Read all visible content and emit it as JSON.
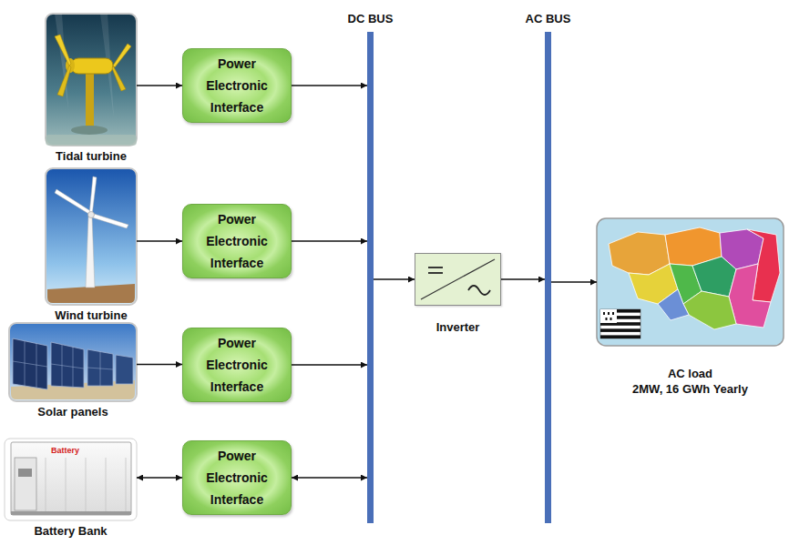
{
  "diagram": {
    "nodes": [
      {
        "text": [
          "Tidal turbine"
        ]
      },
      {
        "text": [
          "Power Electronic Interface"
        ]
      },
      {
        "text": [
          "Wind turbine"
        ]
      },
      {
        "text": [
          "Power Electronic Interface"
        ]
      },
      {
        "text": [
          "Solar panels"
        ]
      },
      {
        "text": [
          "Power Electronic Interface"
        ]
      },
      {
        "text": [
          "Battery Bank"
        ]
      },
      {
        "text": [
          "Power Electronic Interface"
        ]
      },
      {
        "text": [
          "DC BUS"
        ]
      },
      {
        "text": [
          "Inverter"
        ]
      },
      {
        "text": [
          "AC BUS"
        ]
      },
      {
        "text": [
          "AC load",
          "2MW, 16 GWh Yearly"
        ]
      }
    ],
    "edges": [
      {
        "from": 0,
        "to": 1,
        "arrow": "to"
      },
      {
        "from": 1,
        "to": 8,
        "arrow": "to"
      },
      {
        "from": 2,
        "to": 3,
        "arrow": "to"
      },
      {
        "from": 3,
        "to": 8,
        "arrow": "to"
      },
      {
        "from": 4,
        "to": 5,
        "arrow": "to"
      },
      {
        "from": 5,
        "to": 8,
        "arrow": "to"
      },
      {
        "from": 6,
        "to": 7,
        "arrow": "both"
      },
      {
        "from": 7,
        "to": 8,
        "arrow": "both"
      },
      {
        "from": 8,
        "to": 9,
        "arrow": "to"
      },
      {
        "from": 9,
        "to": 10,
        "arrow": "to"
      },
      {
        "from": 10,
        "to": 11,
        "arrow": "to"
      }
    ],
    "labels": [
      "Battery"
    ]
  }
}
